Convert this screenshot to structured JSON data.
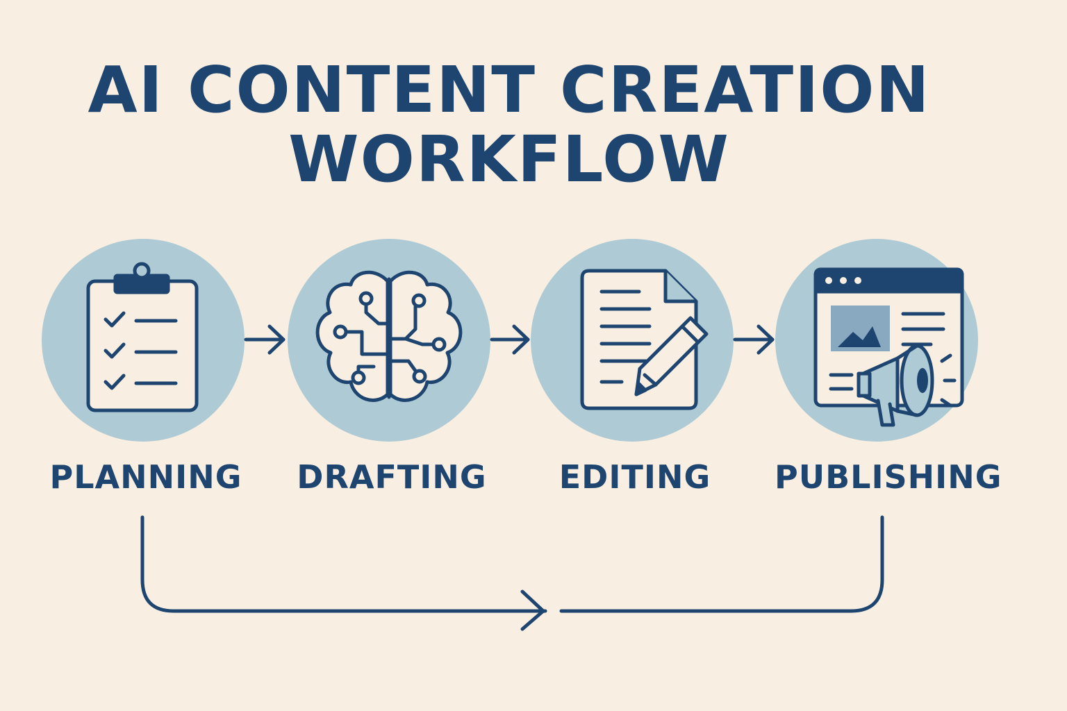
{
  "title": {
    "line1": "AI CONTENT CREATION",
    "line2": "WORKFLOW"
  },
  "stages": [
    {
      "label": "PLANNING",
      "icon": "clipboard-checklist-icon"
    },
    {
      "label": "DRAFTING",
      "icon": "brain-circuit-icon"
    },
    {
      "label": "EDITING",
      "icon": "document-pencil-icon"
    },
    {
      "label": "PUBLISHING",
      "icon": "browser-megaphone-icon"
    }
  ],
  "colors": {
    "background": "#f8efe2",
    "primary": "#1e4470",
    "circle_fill": "#aecad5",
    "icon_fill": "#f8efe2",
    "image_placeholder": "#88a9c0"
  }
}
